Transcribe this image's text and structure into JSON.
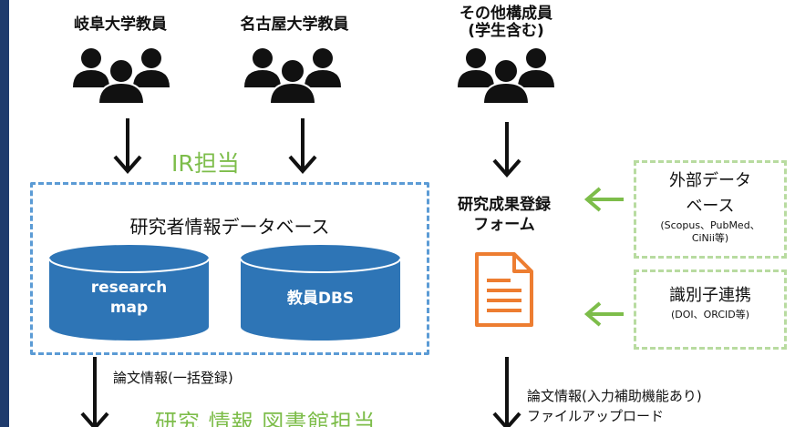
{
  "groups": [
    {
      "label": "岐阜大学教員"
    },
    {
      "label": "名古屋大学教員"
    },
    {
      "label": "その他構成員\n(学生含む)"
    }
  ],
  "ir_label": "IR担当",
  "database": {
    "title": "研究者情報データベース",
    "items": [
      {
        "label": "research\nmap"
      },
      {
        "label": "教員DBS"
      }
    ]
  },
  "form": {
    "title": "研究成果登録\nフォーム",
    "icon": "document-icon"
  },
  "external_sources": [
    {
      "title": "外部データ\nベース",
      "detail": "(Scopus、PubMed、\nCiNii等)"
    },
    {
      "title": "識別子連携",
      "detail": "(DOI、ORCID等)"
    }
  ],
  "bottom": {
    "left_text": "論文情報(一括登録)",
    "right_text_1": "論文情報(入力補助機能あり)",
    "right_text_2": "ファイルアップロード",
    "green_text": "研究 情報 図書館担当"
  },
  "colors": {
    "dark_bar": "#1f3b6d",
    "dashed_blue": "#5b9bd5",
    "cylinder_blue": "#2e75b6",
    "green": "#7dbd4a",
    "orange": "#ed7d31"
  }
}
